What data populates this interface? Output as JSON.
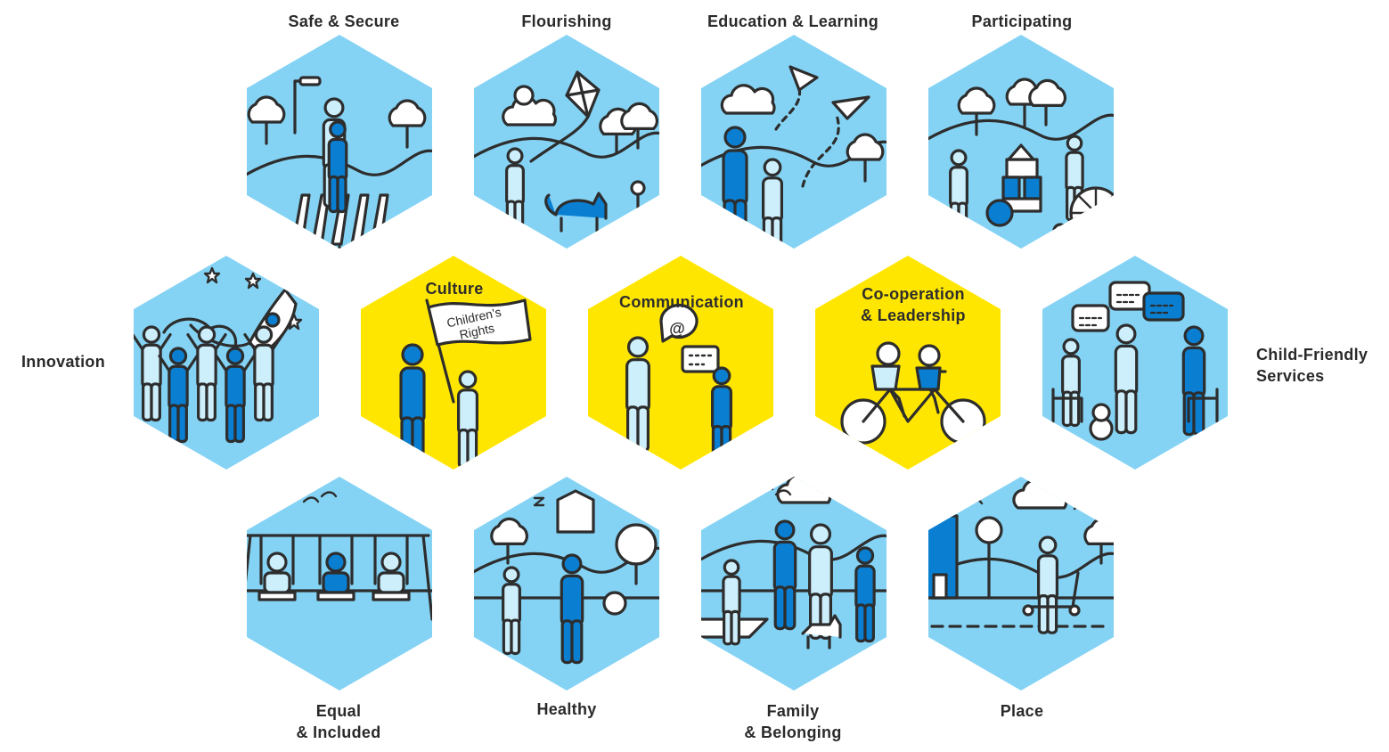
{
  "colors": {
    "outer_fill": "#85d3f4",
    "center_fill": "#ffe600",
    "ink": "#2d2d2d",
    "figure_dark": "#0a7fd2",
    "figure_light": "#cdeefb",
    "white": "#ffffff"
  },
  "hexagons": [
    {
      "key": "safe",
      "label": "Safe & Secure",
      "tone": "outer",
      "icon": "pedestrian-crossing-icon"
    },
    {
      "key": "flourishing",
      "label": "Flourishing",
      "tone": "outer",
      "icon": "kite-cat-icon"
    },
    {
      "key": "education",
      "label": "Education & Learning",
      "tone": "outer",
      "icon": "paper-planes-icon"
    },
    {
      "key": "participating",
      "label": "Participating",
      "tone": "outer",
      "icon": "wheelchair-blocks-icon"
    },
    {
      "key": "innovation",
      "label": "Innovation",
      "tone": "outer",
      "icon": "rocket-crowd-icon"
    },
    {
      "key": "culture",
      "label": "Culture",
      "tone": "center",
      "icon": "rights-flag-icon",
      "flag_text": "Children’s\nRights"
    },
    {
      "key": "communication",
      "label": "Communication",
      "tone": "center",
      "icon": "speech-bubbles-icon",
      "bubble_text": "@"
    },
    {
      "key": "cooperation",
      "label": "Co-operation\n& Leadership",
      "tone": "center",
      "icon": "tandem-bike-icon"
    },
    {
      "key": "services",
      "label": "Child-Friendly\nServices",
      "tone": "outer",
      "icon": "chat-bubbles-icon"
    },
    {
      "key": "equal",
      "label": "Equal\n& Included",
      "tone": "outer",
      "icon": "swings-icon"
    },
    {
      "key": "healthy",
      "label": "Healthy",
      "tone": "outer",
      "icon": "football-meditation-icon"
    },
    {
      "key": "family",
      "label": "Family\n& Belonging",
      "tone": "outer",
      "icon": "family-dog-icon"
    },
    {
      "key": "place",
      "label": "Place",
      "tone": "outer",
      "icon": "scooter-bus-icon"
    }
  ]
}
